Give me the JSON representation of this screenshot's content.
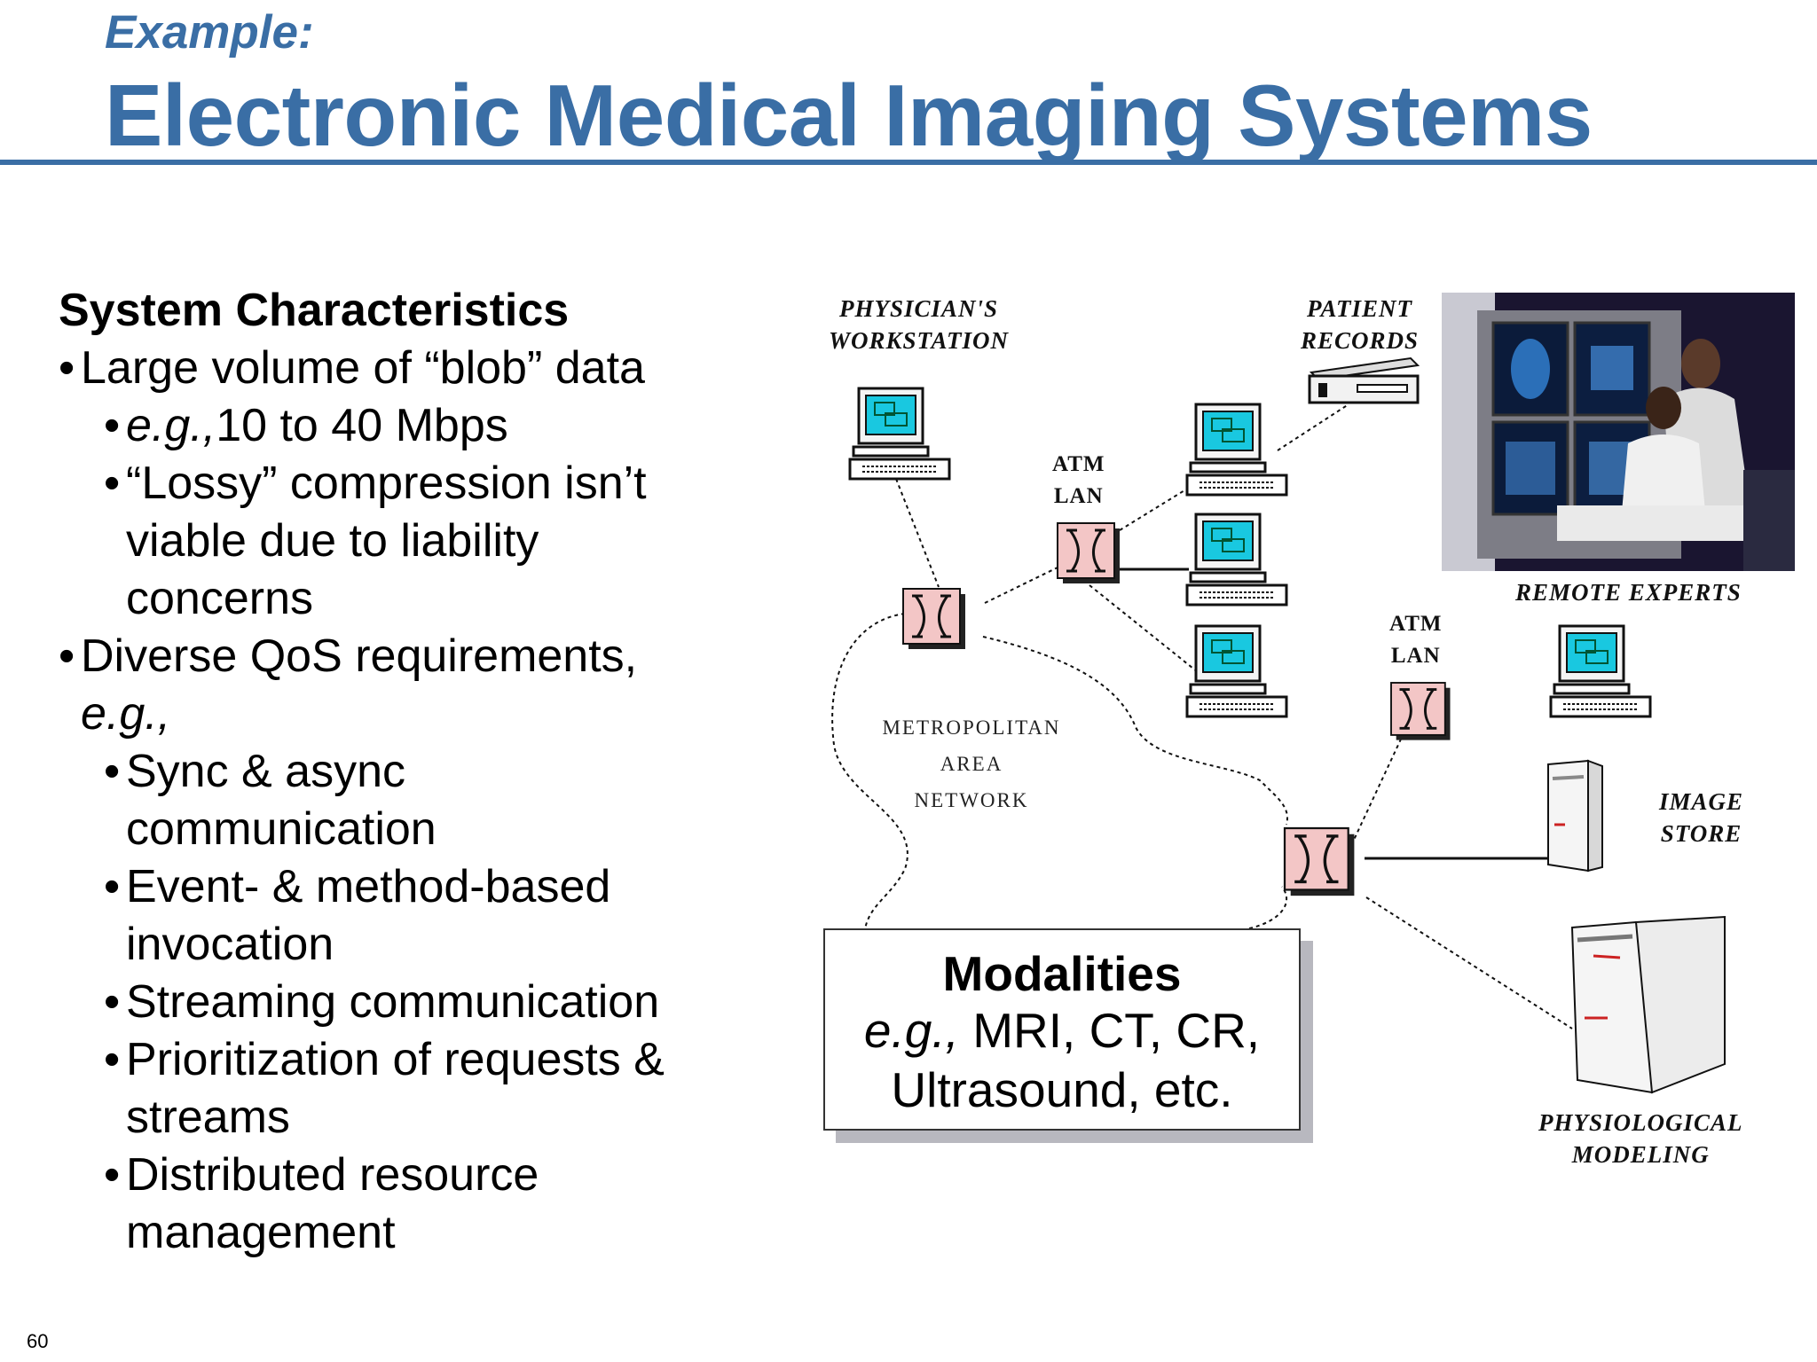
{
  "slide": {
    "subtitle": "Example:",
    "title": "Electronic Medical Imaging Systems",
    "page_number": "60"
  },
  "characteristics": {
    "heading": "System Characteristics",
    "bullet": "•",
    "items": [
      {
        "text": "Large volume of “blob” data"
      },
      {
        "prefix": "e.g.,",
        "text": "10 to 40 Mbps"
      },
      {
        "text": "“Lossy” compression isn’t"
      },
      {
        "text": "viable due to liability"
      },
      {
        "text": "concerns"
      },
      {
        "text": "Diverse QoS requirements,"
      },
      {
        "text": "e.g.,"
      },
      {
        "text": "Sync & async"
      },
      {
        "text": "communication"
      },
      {
        "text": "Event- & method-based"
      },
      {
        "text": "invocation"
      },
      {
        "text": "Streaming communication"
      },
      {
        "text": "Prioritization of requests &"
      },
      {
        "text": "streams"
      },
      {
        "text": "Distributed resource"
      },
      {
        "text": "management"
      }
    ]
  },
  "diagram": {
    "labels": {
      "physicians_workstation": [
        "PHYSICIAN'S",
        "WORKSTATION"
      ],
      "patient_records": [
        "PATIENT",
        "RECORDS"
      ],
      "atm_lan_1": [
        "ATM",
        "LAN"
      ],
      "atm_lan_2": [
        "ATM",
        "LAN"
      ],
      "remote_experts": "REMOTE EXPERTS",
      "metropolitan": [
        "METROPOLITAN",
        "AREA",
        "NETWORK"
      ],
      "image_store": [
        "IMAGE",
        "STORE"
      ],
      "physiological": [
        "PHYSIOLOGICAL",
        "MODELING"
      ]
    },
    "modalities": {
      "title": "Modalities",
      "line1_prefix": "e.g.,",
      "line1_text": " MRI, CT, CR,",
      "line2": "Ultrasound, etc."
    },
    "colors": {
      "switch_fill": "#f3c6c6",
      "screen": "#19c8e0",
      "title_blue": "#3a6ea5"
    }
  }
}
